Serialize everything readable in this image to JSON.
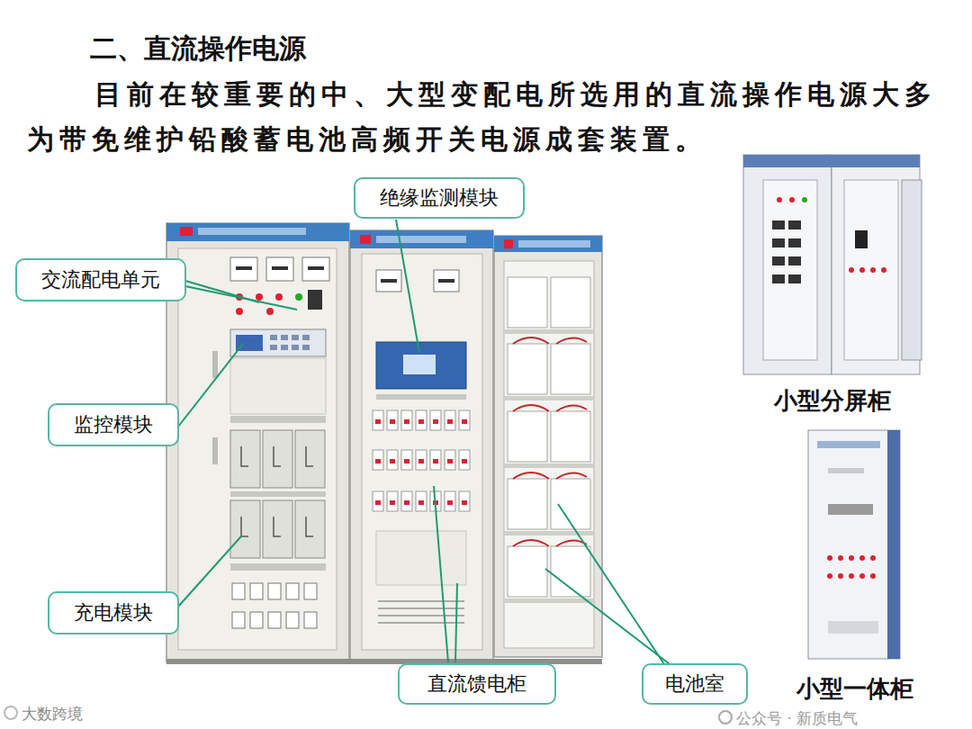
{
  "diagram": {
    "title": "二、直流操作电源",
    "nodes": [
      {
        "text": [
          "绝缘监测模块"
        ]
      },
      {
        "text": [
          "交流配电单元"
        ]
      },
      {
        "text": [
          "监控模块"
        ]
      },
      {
        "text": [
          "充电模块"
        ]
      },
      {
        "text": [
          "直流馈电柜"
        ]
      },
      {
        "text": [
          "电池室"
        ]
      }
    ],
    "labels": [
      "目前在较重要的中、大型变配电所选用的直流操作电源大多为带免维护铅酸蓄电池高频开关电源成套装置。",
      "小型分屏柜",
      "小型一体柜",
      "公众号 · 新质电气",
      "大数跨境"
    ]
  }
}
